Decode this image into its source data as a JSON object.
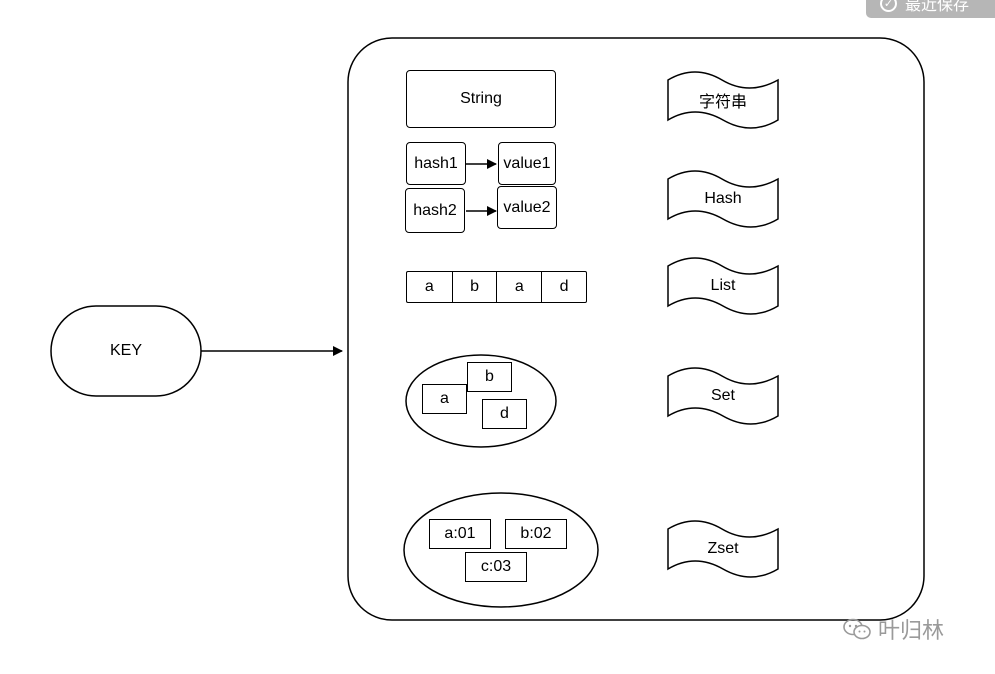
{
  "key_label": "KEY",
  "string_box": "String",
  "hash": {
    "rows": [
      {
        "field": "hash1",
        "value": "value1"
      },
      {
        "field": "hash2",
        "value": "value2"
      }
    ]
  },
  "list_cells": [
    "a",
    "b",
    "a",
    "d"
  ],
  "set_members": [
    "a",
    "b",
    "d"
  ],
  "zset_members": [
    "a:01",
    "b:02",
    "c:03"
  ],
  "type_tags": [
    "字符串",
    "Hash",
    "List",
    "Set",
    "Zset"
  ],
  "save_badge": "最近保存",
  "watermark": "叶归林"
}
